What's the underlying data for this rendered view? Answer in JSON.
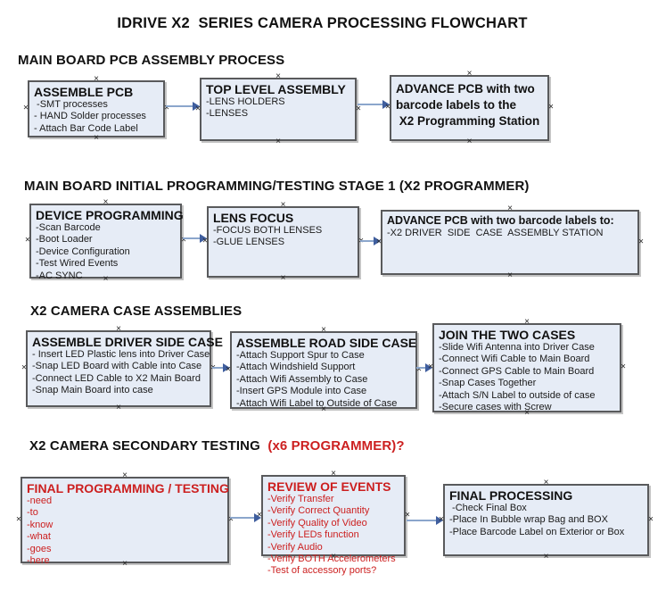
{
  "title": "IDRIVE X2  SERIES CAMERA PROCESSING FLOWCHART",
  "colors": {
    "box_fill": "#e6ecf6",
    "box_border": "#595a5c",
    "arrow_shaft": "#8ba6cc",
    "arrow_head": "#3f5e9e",
    "red_text": "#cc1f1f",
    "black_text": "#111111"
  },
  "sections": [
    {
      "heading": "MAIN BOARD PCB ASSEMBLY PROCESS",
      "boxes": [
        {
          "title": "ASSEMBLE PCB",
          "lines": [
            " -SMT processes",
            "- HAND Solder processes",
            "- Attach Bar Code Label"
          ]
        },
        {
          "title": "TOP LEVEL ASSEMBLY",
          "lines": [
            "-LENS HOLDERS",
            "-LENSES"
          ]
        },
        {
          "lines": [
            "ADVANCE PCB with two",
            "barcode labels to the",
            " X2 Programming Station"
          ]
        }
      ]
    },
    {
      "heading": "MAIN BOARD INITIAL PROGRAMMING/TESTING STAGE 1 (X2 PROGRAMMER)",
      "boxes": [
        {
          "title": "DEVICE PROGRAMMING",
          "lines": [
            "-Scan Barcode",
            "-Boot Loader",
            "-Device Configuration",
            "-Test Wired Events",
            "-AC SYNC"
          ]
        },
        {
          "title": "LENS FOCUS",
          "lines": [
            "-FOCUS BOTH LENSES",
            "-GLUE LENSES"
          ]
        },
        {
          "title": "ADVANCE PCB with two barcode labels to:",
          "lines": [
            "-X2 DRIVER  SIDE  CASE  ASSEMBLY STATION"
          ]
        }
      ]
    },
    {
      "heading": "X2 CAMERA CASE ASSEMBLIES",
      "boxes": [
        {
          "title": "ASSEMBLE DRIVER SIDE CASE",
          "lines": [
            "- Insert LED Plastic lens into Driver Case",
            "-Snap LED Board with Cable into Case",
            "-Connect LED Cable to X2 Main Board",
            "-Snap Main Board into case"
          ]
        },
        {
          "title": "ASSEMBLE ROAD SIDE CASE",
          "lines": [
            "-Attach Support Spur to Case",
            "-Attach Windshield Support",
            "-Attach Wifi Assembly to Case",
            "-Insert GPS Module into Case",
            "-Attach Wifi Label to Outside of Case"
          ]
        },
        {
          "title": "JOIN THE TWO CASES",
          "lines": [
            "-Slide Wifi Antenna into Driver Case",
            "-Connect Wifi Cable to Main Board",
            "-Connect GPS Cable to Main Board",
            "-Snap Cases Together",
            "-Attach S/N Label to outside of case",
            "-Secure cases with Screw"
          ]
        }
      ]
    },
    {
      "heading": "X2 CAMERA SECONDARY TESTING ",
      "heading_red": " (x6 PROGRAMMER)?",
      "boxes": [
        {
          "title": "FINAL PROGRAMMING / TESTING",
          "lines": [
            "-need",
            "-to",
            "-know",
            "-what",
            "-goes",
            "-here"
          ]
        },
        {
          "title": "REVIEW OF EVENTS",
          "lines": [
            "-Verify Transfer",
            "-Verify Correct Quantity",
            "-Verify Quality of Video",
            "-Verify LEDs function",
            "-Verify Audio",
            "-Verify BOTH Accelerometers",
            "-Test of accessory ports?"
          ]
        },
        {
          "title": "FINAL PROCESSING",
          "lines": [
            " -Check Final Box",
            "-Place In Bubble wrap Bag and BOX",
            "-Place Barcode Label on Exterior or Box"
          ]
        }
      ]
    }
  ]
}
